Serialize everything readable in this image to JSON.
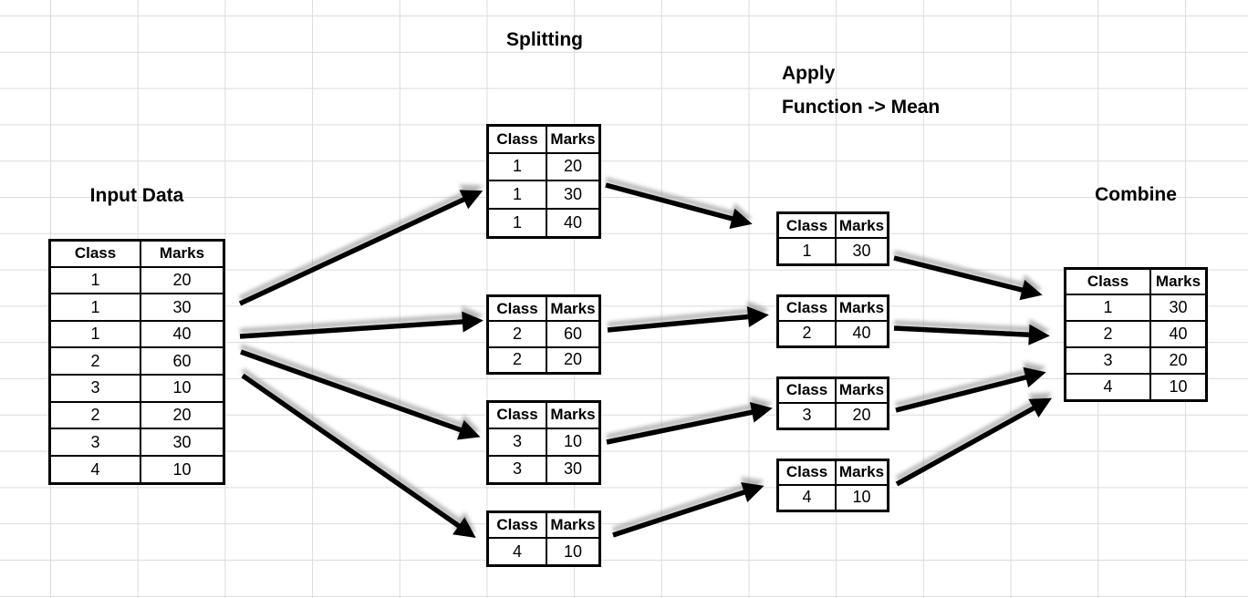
{
  "titles": {
    "input": "Input Data",
    "splitting": "Splitting",
    "apply_line1": "Apply",
    "apply_line2": "Function -> Mean",
    "combine": "Combine"
  },
  "table_headers": {
    "class": "Class",
    "marks": "Marks"
  },
  "input_table": {
    "rows": [
      [
        1,
        20
      ],
      [
        1,
        30
      ],
      [
        1,
        40
      ],
      [
        2,
        60
      ],
      [
        3,
        10
      ],
      [
        2,
        20
      ],
      [
        3,
        30
      ],
      [
        4,
        10
      ]
    ]
  },
  "split_tables": [
    {
      "rows": [
        [
          1,
          20
        ],
        [
          1,
          30
        ],
        [
          1,
          40
        ]
      ]
    },
    {
      "rows": [
        [
          2,
          60
        ],
        [
          2,
          20
        ]
      ]
    },
    {
      "rows": [
        [
          3,
          10
        ],
        [
          3,
          30
        ]
      ]
    },
    {
      "rows": [
        [
          4,
          10
        ]
      ]
    }
  ],
  "apply_tables": [
    {
      "rows": [
        [
          1,
          30
        ]
      ]
    },
    {
      "rows": [
        [
          2,
          40
        ]
      ]
    },
    {
      "rows": [
        [
          3,
          20
        ]
      ]
    },
    {
      "rows": [
        [
          4,
          10
        ]
      ]
    }
  ],
  "combine_table": {
    "rows": [
      [
        1,
        30
      ],
      [
        2,
        40
      ],
      [
        3,
        20
      ],
      [
        4,
        10
      ]
    ]
  },
  "colors": {
    "arrow": "#000000",
    "grid": "#dbdbdb",
    "text": "#000000"
  }
}
